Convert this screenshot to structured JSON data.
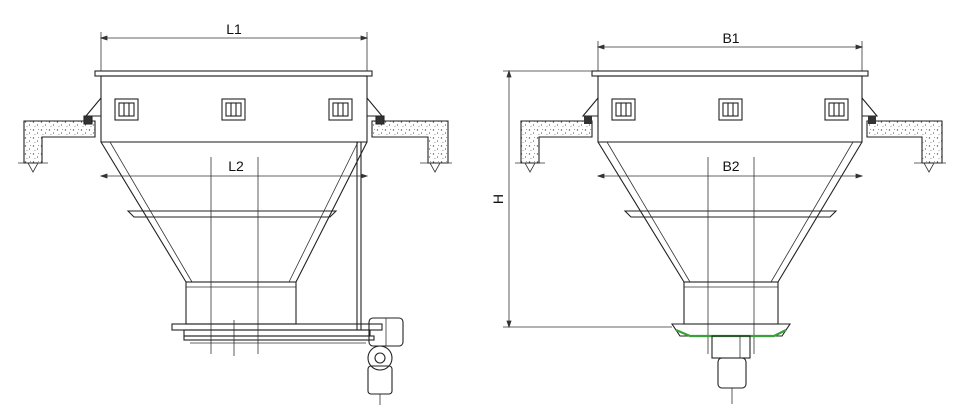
{
  "dimensions": {
    "L1": "L1",
    "L2": "L2",
    "B1": "B1",
    "B2": "B2",
    "H": "H"
  },
  "colors": {
    "line": "#222222",
    "accent_green": "#3aa03a"
  }
}
